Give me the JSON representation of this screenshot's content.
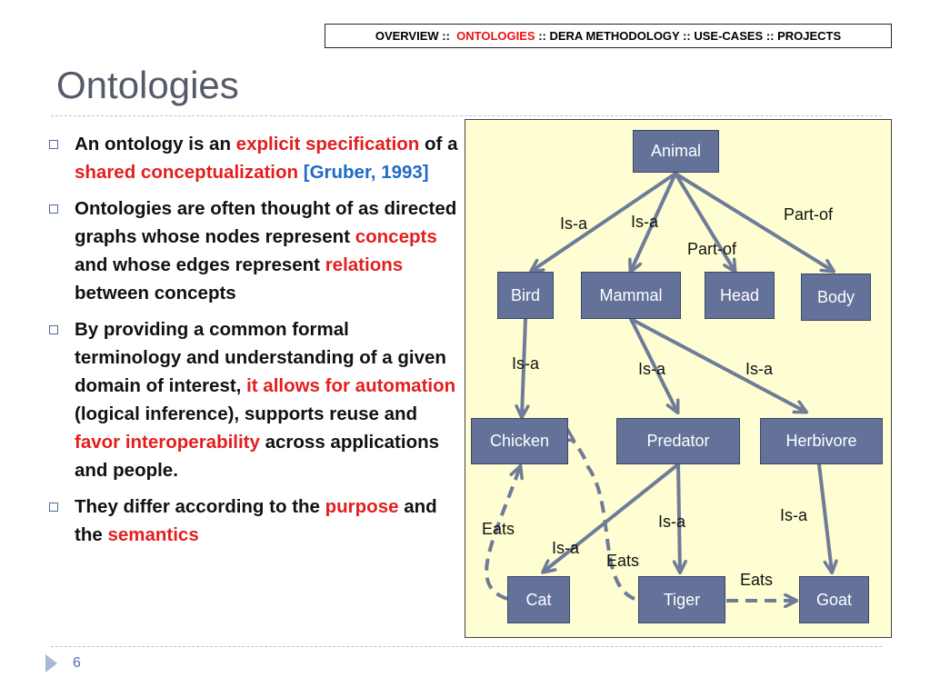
{
  "nav": {
    "prefix": "OVERVIEW ::  ",
    "active": "ONTOLOGIES",
    "suffix": " :: DERA METHODOLOGY :: USE-CASES :: PROJECTS"
  },
  "title": "Ontologies",
  "bullets": [
    {
      "segments": [
        {
          "text": "An ontology is an ",
          "style": "plain"
        },
        {
          "text": "explicit specification",
          "style": "red"
        },
        {
          "text": " of a ",
          "style": "plain"
        },
        {
          "text": "shared conceptualization",
          "style": "red"
        },
        {
          "text": " ",
          "style": "plain"
        },
        {
          "text": "[Gruber, 1993]",
          "style": "blue"
        }
      ]
    },
    {
      "segments": [
        {
          "text": "Ontologies are often thought of as directed graphs whose nodes represent ",
          "style": "plain"
        },
        {
          "text": "concepts",
          "style": "red"
        },
        {
          "text": " and whose edges represent ",
          "style": "plain"
        },
        {
          "text": "relations",
          "style": "red"
        },
        {
          "text": " between concepts",
          "style": "plain"
        }
      ]
    },
    {
      "segments": [
        {
          "text": "By providing a common formal terminology and understanding of a given domain of interest, ",
          "style": "plain"
        },
        {
          "text": "it allows for automation",
          "style": "red"
        },
        {
          "text": " (logical inference), supports reuse and ",
          "style": "plain"
        },
        {
          "text": "favor interoperability",
          "style": "red"
        },
        {
          "text": " across applications and people.",
          "style": "plain"
        }
      ]
    },
    {
      "segments": [
        {
          "text": "They differ according to the ",
          "style": "plain"
        },
        {
          "text": "purpose",
          "style": "red"
        },
        {
          "text": " and the ",
          "style": "plain"
        },
        {
          "text": "semantics",
          "style": "red"
        }
      ]
    }
  ],
  "diagram": {
    "nodes": {
      "animal": "Animal",
      "bird": "Bird",
      "mammal": "Mammal",
      "head": "Head",
      "body": "Body",
      "chicken": "Chicken",
      "predator": "Predator",
      "herbivore": "Herbivore",
      "cat": "Cat",
      "tiger": "Tiger",
      "goat": "Goat"
    },
    "edge_labels": {
      "animal_bird": "Is-a",
      "animal_mammal": "Is-a",
      "animal_head": "Part-of",
      "animal_body": "Part-of",
      "bird_chicken": "Is-a",
      "mammal_predator": "Is-a",
      "mammal_herbivore": "Is-a",
      "predator_cat": "Is-a",
      "predator_tiger": "Is-a",
      "herbivore_goat": "Is-a",
      "cat_chicken": "Eats",
      "tiger_chicken": "Eats",
      "tiger_goat": "Eats"
    },
    "colors": {
      "node_fill": "#64729a",
      "edge": "#6f7b99",
      "background": "#fefed2"
    }
  },
  "page_number": "6"
}
